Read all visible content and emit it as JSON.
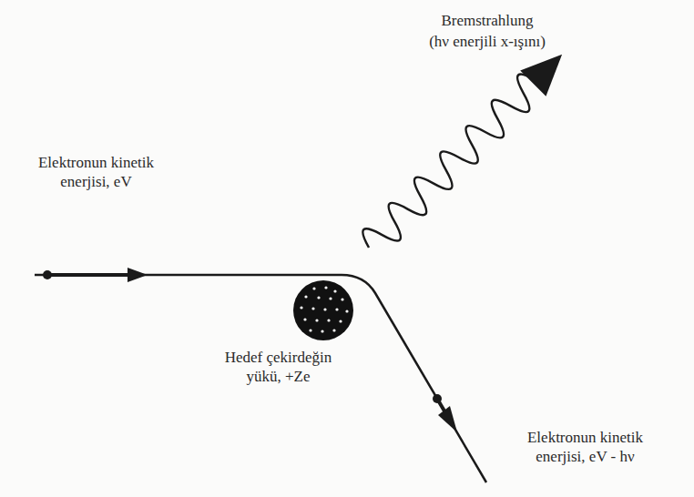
{
  "diagram": {
    "labels": [
      "Bremstrahlung",
      "(hν enerjili x-ışını)",
      "Elektronun kinetik enerjisi, eV",
      "Hedef çekirdeğin yükü, +Ze",
      "Elektronun kinetik enerjisi, eV - hν"
    ]
  }
}
